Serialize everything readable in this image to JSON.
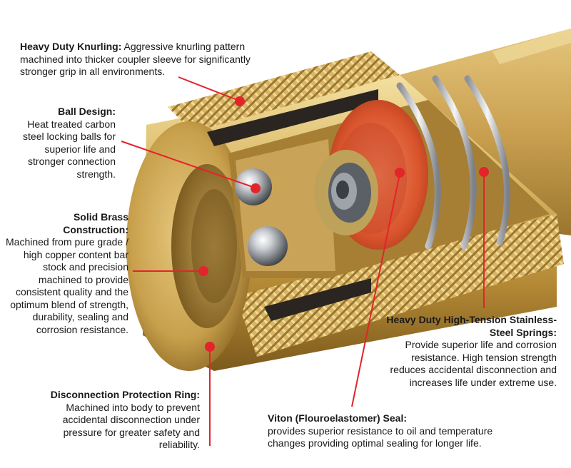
{
  "colors": {
    "accent_red": "#e3242b",
    "brass_light": "#e9cf7f",
    "brass_mid": "#c9a24a",
    "brass_dark": "#8a6a22",
    "seal_orange": "#e0643a",
    "steel": "#b9bcc0"
  },
  "callouts": {
    "knurling": {
      "title": "Heavy Duty Knurling:",
      "body": "Aggressive knurling pattern machined into thicker coupler sleeve for significantly stronger grip in all environments."
    },
    "ball": {
      "title": "Ball Design:",
      "body": "Heat treated carbon steel locking balls for superior life and stronger connection strength."
    },
    "brass": {
      "title": "Solid Brass Construction:",
      "body": "Machined from pure grade / high copper content bar stock and precision machined to provide consistent quality and the optimum blend of strength, durability, sealing and corrosion resistance."
    },
    "ring": {
      "title": "Disconnection Protection Ring:",
      "body": "Machined into body to prevent accidental disconnection under pressure for greater safety and reliability."
    },
    "seal": {
      "title": "Viton (Flouroelastomer) Seal:",
      "body": "provides superior resistance to oil and temperature changes providing optimal sealing for longer life."
    },
    "springs": {
      "title": "Heavy Duty High-Tension Stainless-Steel Springs:",
      "body": "Provide superior life and corrosion resistance. High tension strength reduces accidental disconnection and increases life under extreme use."
    }
  }
}
